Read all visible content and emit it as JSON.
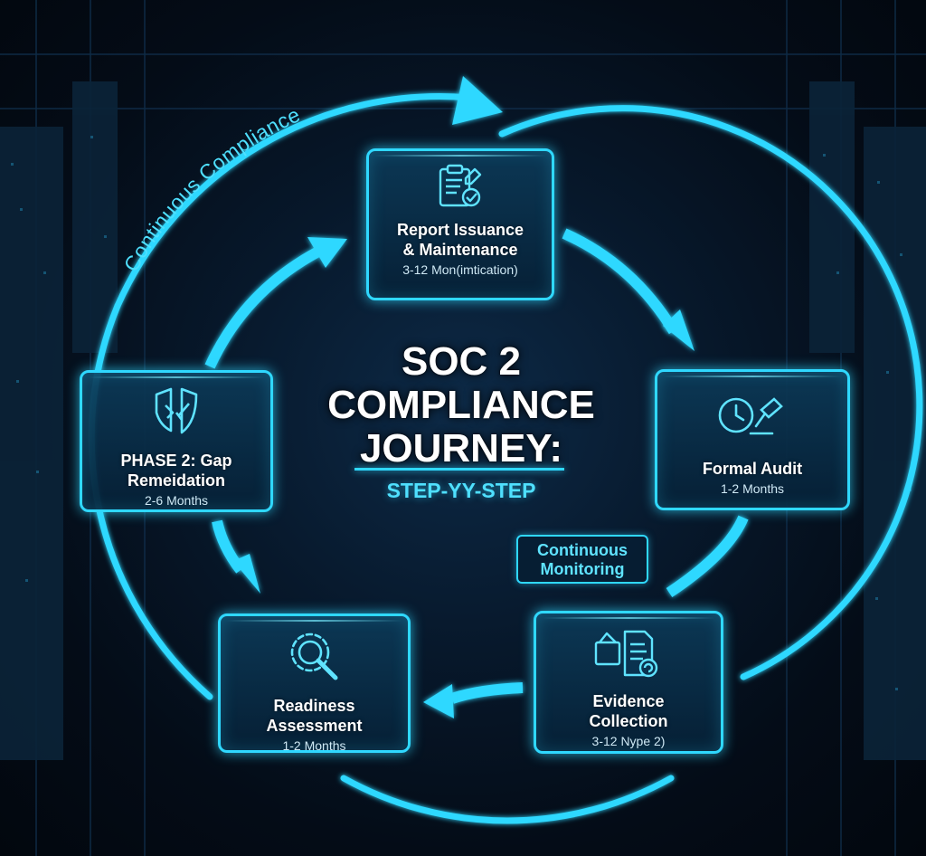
{
  "diagram": {
    "title": "SOC 2\nCOMPLIANCE\nJOURNEY:",
    "subtitle": "STEP-YY-STEP",
    "outer_loop_label": "Continuous Compliance",
    "monitoring_label": "Continuous\nMonitoring",
    "accent_color": "#2fd8ff",
    "steps": [
      {
        "title": "Report Issuance\n& Maintenance",
        "duration": "3-12 Mon(imtication)",
        "icon": "clipboard-check-icon"
      },
      {
        "title": "Formal Audit",
        "duration": "1-2 Months",
        "icon": "clock-gavel-icon"
      },
      {
        "title": "Evidence\nCollection",
        "duration": "3-12 Nype 2)",
        "icon": "documents-icon"
      },
      {
        "title": "Readiness\nAssessment",
        "duration": "1-2 Months",
        "icon": "gear-magnifier-icon"
      },
      {
        "title": "PHASE 2: Gap\nRemeidation",
        "duration": "2-6 Months",
        "icon": "shield-wrench-icon"
      }
    ]
  }
}
